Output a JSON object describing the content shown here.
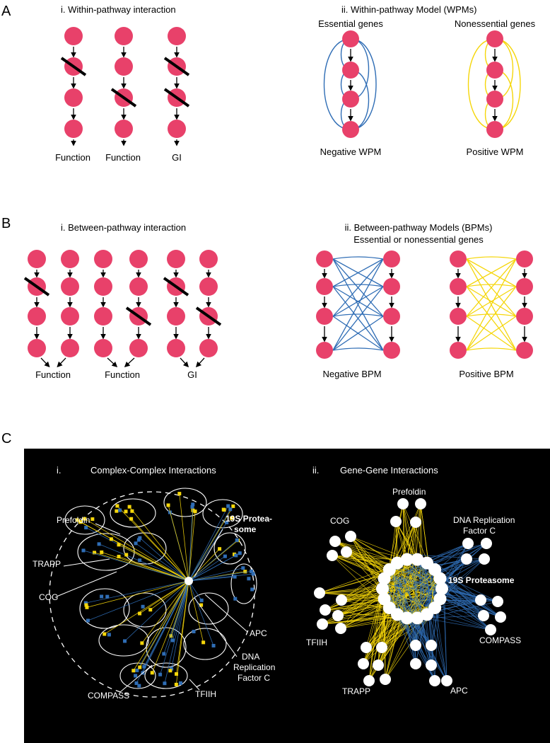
{
  "panels": {
    "a": {
      "letter": "A",
      "i_title": "i. Within-pathway interaction",
      "i_outputs": [
        "Function",
        "Function",
        "GI"
      ],
      "ii_title": "ii. Within-pathway Model (WPMs)",
      "ii_left_head": "Essential genes",
      "ii_right_head": "Nonessential genes",
      "ii_left_caption": "Negative WPM",
      "ii_right_caption": "Positive WPM"
    },
    "b": {
      "letter": "B",
      "i_title": "i. Between-pathway interaction",
      "i_outputs": [
        "Function",
        "Function",
        "GI"
      ],
      "ii_title_1": "ii. Between-pathway Models (BPMs)",
      "ii_title_2": "Essential or nonessential genes",
      "ii_left_caption": "Negative BPM",
      "ii_right_caption": "Positive BPM"
    },
    "c": {
      "letter": "C",
      "i_num": "i.",
      "i_title": "Complex-Complex Interactions",
      "ii_num": "ii.",
      "ii_title": "Gene-Gene Interactions",
      "i_labels": {
        "prefoldin": "Prefoldin",
        "proteasome_1": "19S Protea-",
        "proteasome_2": "some",
        "trapp": "TRAPP",
        "cog": "COG",
        "apc": "APC",
        "dna_1": "DNA",
        "dna_2": "Replication",
        "dna_3": "Factor C",
        "tfiih": "TFIIH",
        "compass": "COMPASS"
      },
      "ii_labels": {
        "prefoldin": "Prefoldin",
        "cog": "COG",
        "dna_1": "DNA Replication",
        "dna_2": "Factor C",
        "proteasome": "19S Proteasome",
        "tfiih": "TFIIH",
        "compass": "COMPASS",
        "trapp": "TRAPP",
        "apc": "APC"
      }
    }
  },
  "colors": {
    "node": "#E8416A",
    "negative": "#2F6DB5",
    "positive": "#F5D60A",
    "dark_bg": "#000000"
  }
}
